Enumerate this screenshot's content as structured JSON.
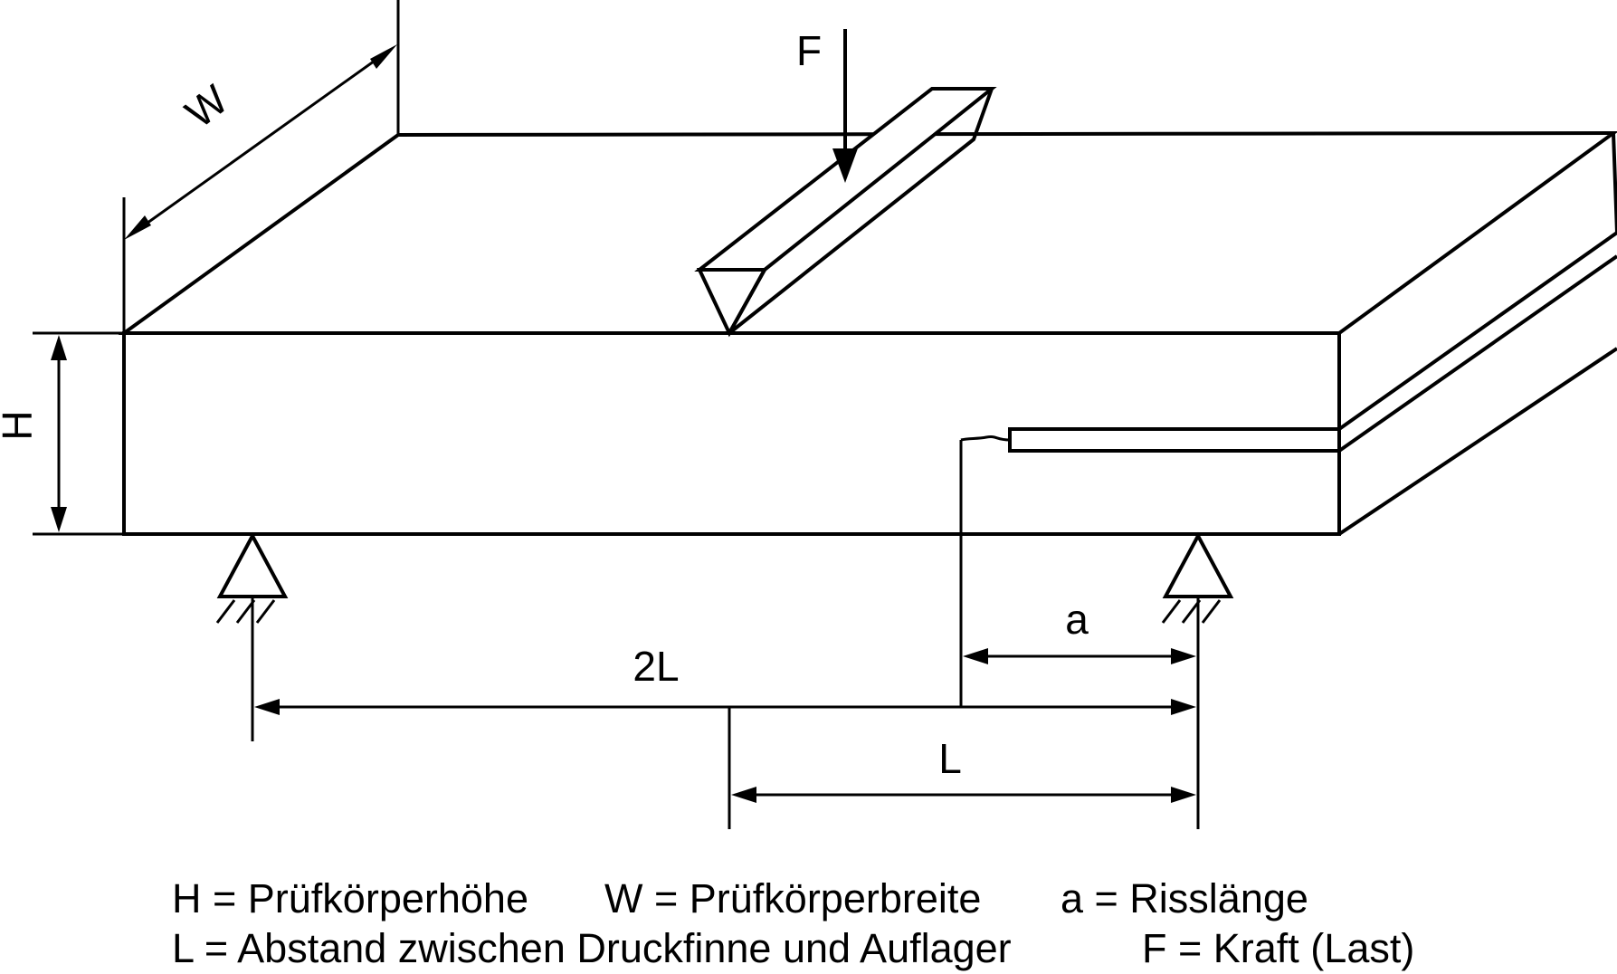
{
  "labels": {
    "width": "W",
    "height": "H",
    "force": "F",
    "crack_length": "a",
    "double_span": "2L",
    "span": "L"
  },
  "legend": {
    "line1": {
      "height_def": "H = Prüfkörperhöhe",
      "width_def": "W = Prüfkörperbreite",
      "crack_def": "a = Risslänge"
    },
    "line2": {
      "span_def": "L = Abstand zwischen Druckfinne und Auflager",
      "force_def": "F = Kraft (Last)"
    }
  },
  "colors": {
    "line": "#000000",
    "background": "#ffffff"
  }
}
